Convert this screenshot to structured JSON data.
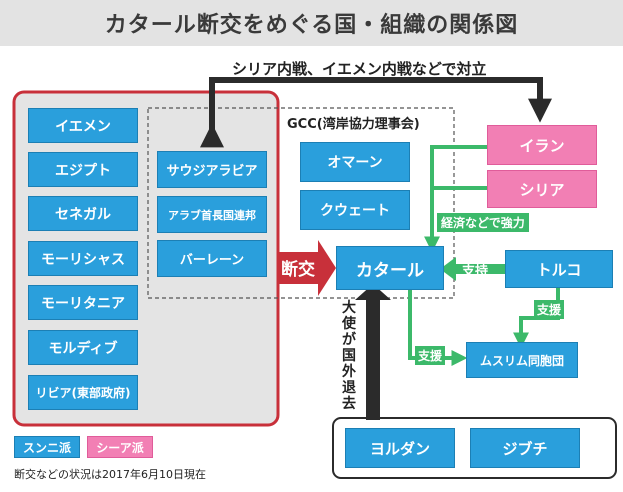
{
  "title": "カタール断交をめぐる国・組織の関係図",
  "top_note": "シリア内戦、イエメン内戦などで対立",
  "gcc_label": "GCC(湾岸協力理事会)",
  "left_group": [
    "イエメン",
    "エジプト",
    "セネガル",
    "モーリシャス",
    "モーリタニア",
    "モルディブ",
    "リビア(東部政府)"
  ],
  "gcc_members_severing": [
    "サウジアラビア",
    "アラブ首長国連邦",
    "バーレーン"
  ],
  "gcc_others": [
    "オマーン",
    "クウェート"
  ],
  "qatar": "カタール",
  "sever_label": "断交",
  "iran": "イラン",
  "syria": "シリア",
  "turkey": "トルコ",
  "muslim_brotherhood": "ムスリム同胞団",
  "labels": {
    "econ": "経済などで強力",
    "support_turkey_qatar": "支持",
    "support_turkey_mb": "支援",
    "support_qatar_mb": "支援",
    "ambassador": "大使が国外退去"
  },
  "bottom_group": [
    "ヨルダン",
    "ジブチ"
  ],
  "legend": {
    "sunni": "スンニ派",
    "shia": "シーア派"
  },
  "footnote": "断交などの状況は2017年6月10日現在",
  "colors": {
    "sunni": "#2a9fdc",
    "shia": "#f27fb4",
    "sever": "#c8303a",
    "green": "#3cb96a",
    "dark": "#2b2b2b"
  }
}
